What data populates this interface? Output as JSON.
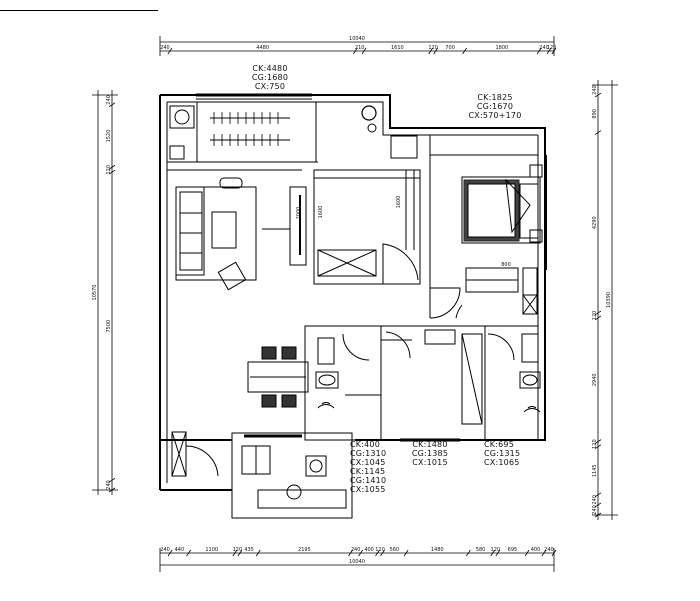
{
  "title_bar": {
    "label": ""
  },
  "dimensions": {
    "top": {
      "overall": "10040",
      "segments": [
        "240",
        "4480",
        "210",
        "1610",
        "120",
        "700",
        "1800",
        "240",
        "120"
      ]
    },
    "bottom": {
      "overall": "10040",
      "segments": [
        "240",
        "440",
        "1100",
        "120",
        "435",
        "2195",
        "240",
        "400",
        "120",
        "560",
        "1480",
        "580",
        "120",
        "695",
        "400",
        "240"
      ]
    },
    "left": {
      "overall": "10570",
      "segments": [
        "240",
        "1520",
        "120",
        "7500",
        "240"
      ]
    },
    "right": {
      "overall": "10390",
      "segments": [
        "240",
        "890",
        "4290",
        "120",
        "2940",
        "120",
        "1145",
        "240",
        "240"
      ]
    }
  },
  "window_notes": [
    {
      "lines": [
        "CK:4480",
        "CG:1680",
        "CX:750"
      ]
    },
    {
      "lines": [
        "CK:1825",
        "CG:1670",
        "CX:570+170"
      ]
    },
    {
      "lines": [
        "CK:400",
        "CG:1310",
        "CX:1045",
        "CK:1145",
        "CG:1410",
        "CX:1055"
      ]
    },
    {
      "lines": [
        "CK:1480",
        "CG:1385",
        "CX:1015"
      ]
    },
    {
      "lines": [
        "CK:695",
        "CG:1315",
        "CX:1065"
      ]
    }
  ],
  "room_dims": [
    "800",
    "1600",
    "1600",
    "2000"
  ]
}
